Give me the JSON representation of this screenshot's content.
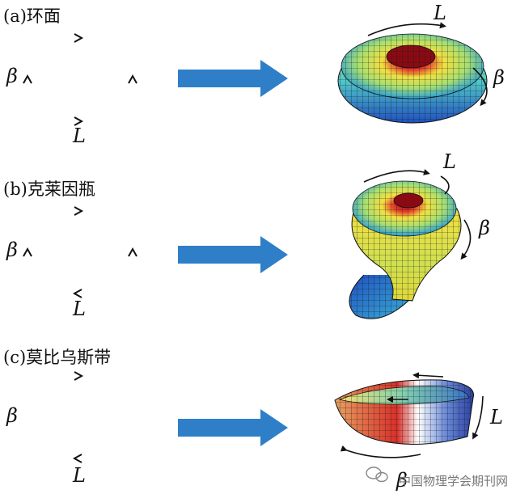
{
  "panels": [
    {
      "label": "(a)环面",
      "left_symbol": "β",
      "bottom_symbol": "L",
      "surface_labels": [
        "L",
        "β"
      ]
    },
    {
      "label": "(b)克莱因瓶",
      "left_symbol": "β",
      "bottom_symbol": "L",
      "surface_labels": [
        "L",
        "β"
      ]
    },
    {
      "label": "(c)莫比乌斯带",
      "left_symbol": "β",
      "bottom_symbol": "L",
      "surface_labels": [
        "L",
        "β"
      ]
    }
  ],
  "watermark": "中国物理学会期刊网",
  "colors": {
    "arrow": "#2f7fc8",
    "edge_gradient": [
      "#3fb8e0",
      "#f2c43a",
      "#e04a3a",
      "#7a4fb0"
    ]
  }
}
